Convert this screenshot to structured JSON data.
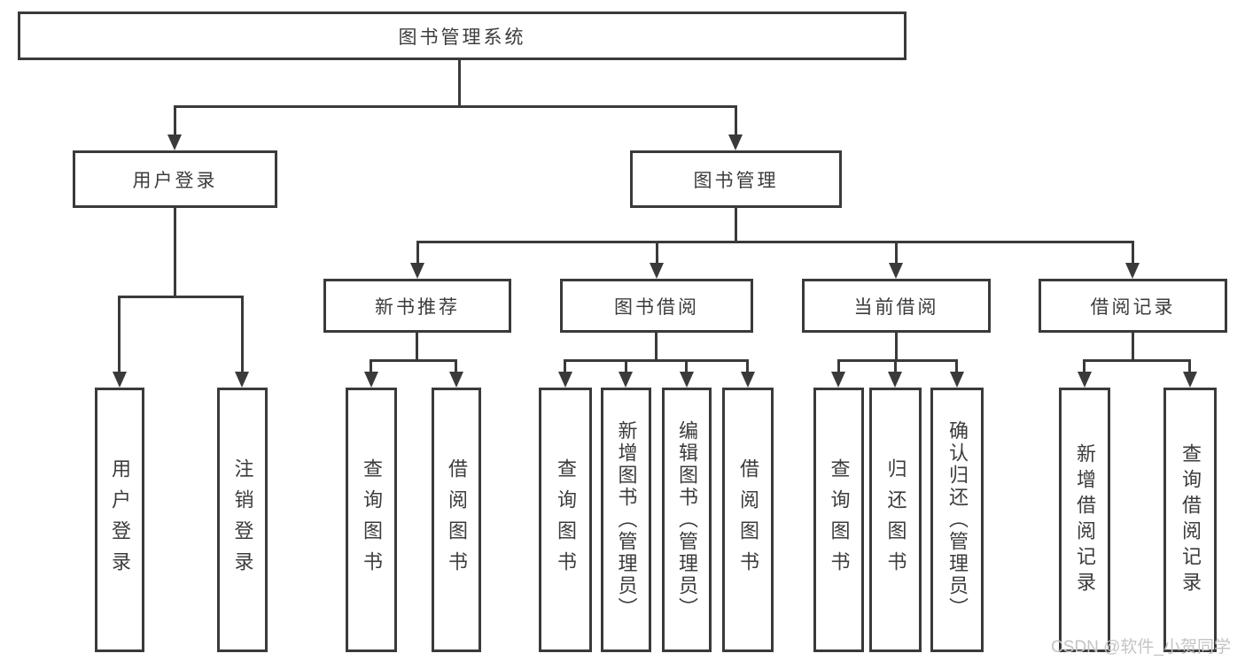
{
  "nodes": {
    "root": "图书管理系统",
    "user_login": "用户登录",
    "book_mgmt": "图书管理",
    "user_login_leaf": "用户登录",
    "logout_leaf": "注销登录",
    "new_book_rec": "新书推荐",
    "book_borrow": "图书借阅",
    "current_borrow": "当前借阅",
    "borrow_records": "借阅记录",
    "nbr_query_books": "查询图书",
    "nbr_borrow_books": "借阅图书",
    "bb_query_books": "查询图书",
    "bb_add_books": "新增图书（管理员）",
    "bb_edit_books": "编辑图书（管理员）",
    "bb_borrow_books": "借阅图书",
    "cb_query_books": "查询图书",
    "cb_return_books": "归还图书",
    "cb_confirm_return": "确认归还（管理员）",
    "br_add_record": "新增借阅记录",
    "br_query_record": "查询借阅记录"
  },
  "watermark": "CSDN @软件_小贺同学",
  "colors": {
    "line": "#3a3a3a",
    "text": "#3c3c3c",
    "background": "#ffffff",
    "watermark": "#c4c4c4"
  }
}
